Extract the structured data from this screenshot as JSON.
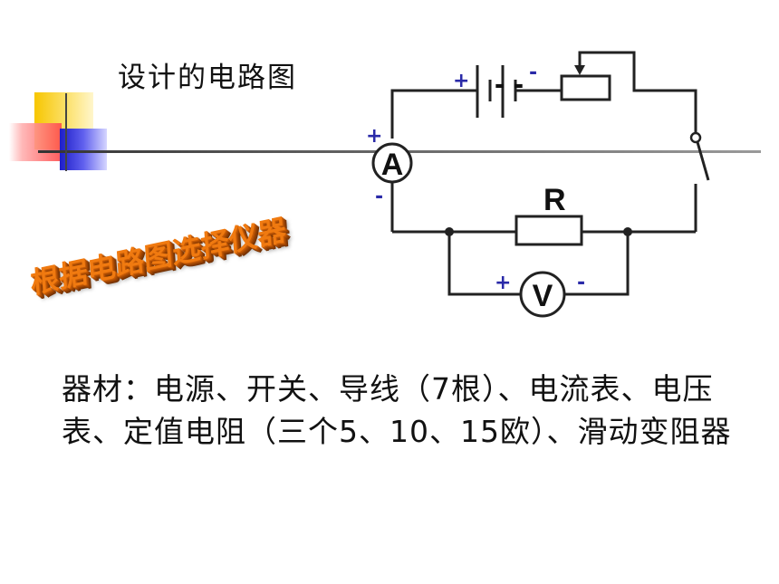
{
  "title": "设计的电路图",
  "subtitle": "根据电路图选择仪器",
  "materials": "器材：电源、开关、导线（7根）、电流表、电压表、定值电阻（三个5、10、15欧）、滑动变阻器",
  "circuit": {
    "ammeter_label": "A",
    "voltmeter_label": "V",
    "resistor_label": "R",
    "plus": "+",
    "minus": "-",
    "dashes": "- -"
  },
  "colors": {
    "polarity": "#2a2aa8",
    "wordart": "#f07a10"
  }
}
